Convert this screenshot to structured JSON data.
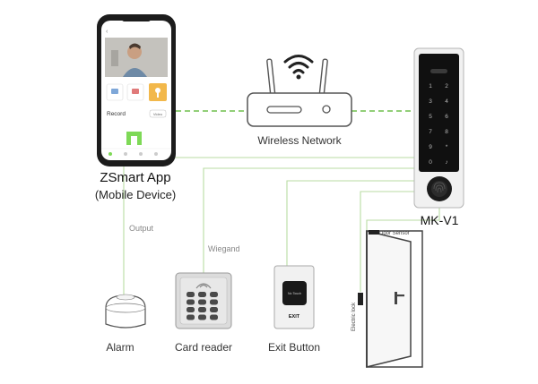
{
  "devices": {
    "phone": {
      "title": "ZSmart App",
      "subtitle": "(Mobile Device)",
      "record_label": "Record",
      "record_btn": "Video"
    },
    "router": {
      "label": "Wireless Network"
    },
    "controller": {
      "label": "MK-V1"
    },
    "alarm": {
      "label": "Alarm"
    },
    "card_reader": {
      "label": "Card reader"
    },
    "exit_button": {
      "label": "Exit Button",
      "face_text": "No Touch",
      "exit_text": "EXIT"
    },
    "door": {
      "sensor_label": "Door Sensor",
      "lock_label": "Electric lock"
    }
  },
  "connections": {
    "output": "Output",
    "wiegand": "Wiegand"
  },
  "keypad": [
    "1",
    "2",
    "3",
    "4",
    "5",
    "6",
    "7",
    "8",
    "9",
    "*",
    "0",
    "♪"
  ],
  "colors": {
    "line_green": "#a8d08d",
    "dash_green": "#6fbf4b",
    "device_gray": "#e8e8e8",
    "outline": "#555555"
  }
}
